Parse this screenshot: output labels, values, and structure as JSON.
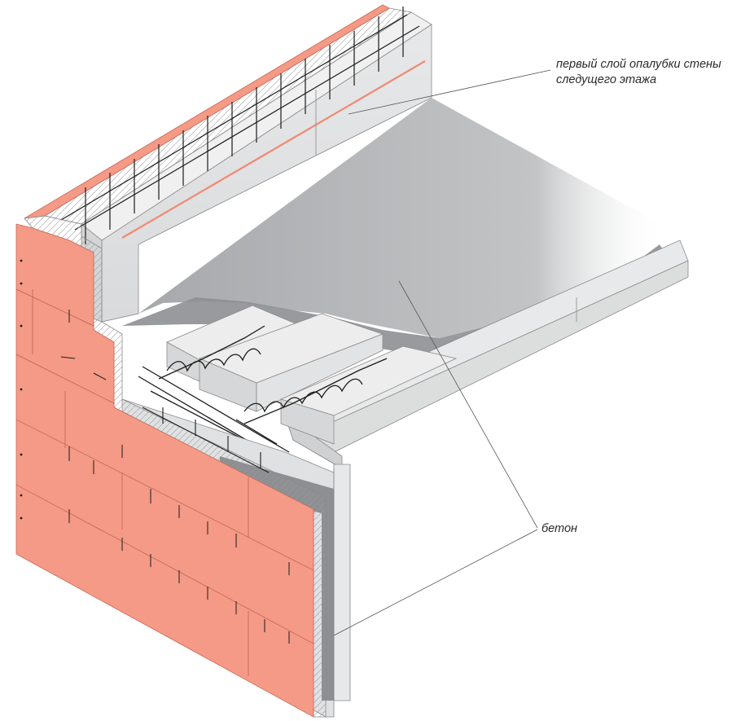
{
  "labels": {
    "formwork": {
      "line1": "первый слой опалубки стены",
      "line2": "следущего этажа"
    },
    "concrete": "бетон"
  },
  "colors": {
    "brick": "#f49a86",
    "brick_dark": "#e9826c",
    "concrete": "#a6a8ab",
    "concrete_dark": "#8d8f92",
    "formwork": "#e2e3e4",
    "formwork_light": "#ededee",
    "insulation": "#f4f4f4",
    "rebar": "#1c1c1c",
    "accent_line": "#f08a74",
    "leader": "#555555"
  },
  "icons": [
    "rebar-mesh",
    "brick-joint",
    "insulation-hatch"
  ]
}
